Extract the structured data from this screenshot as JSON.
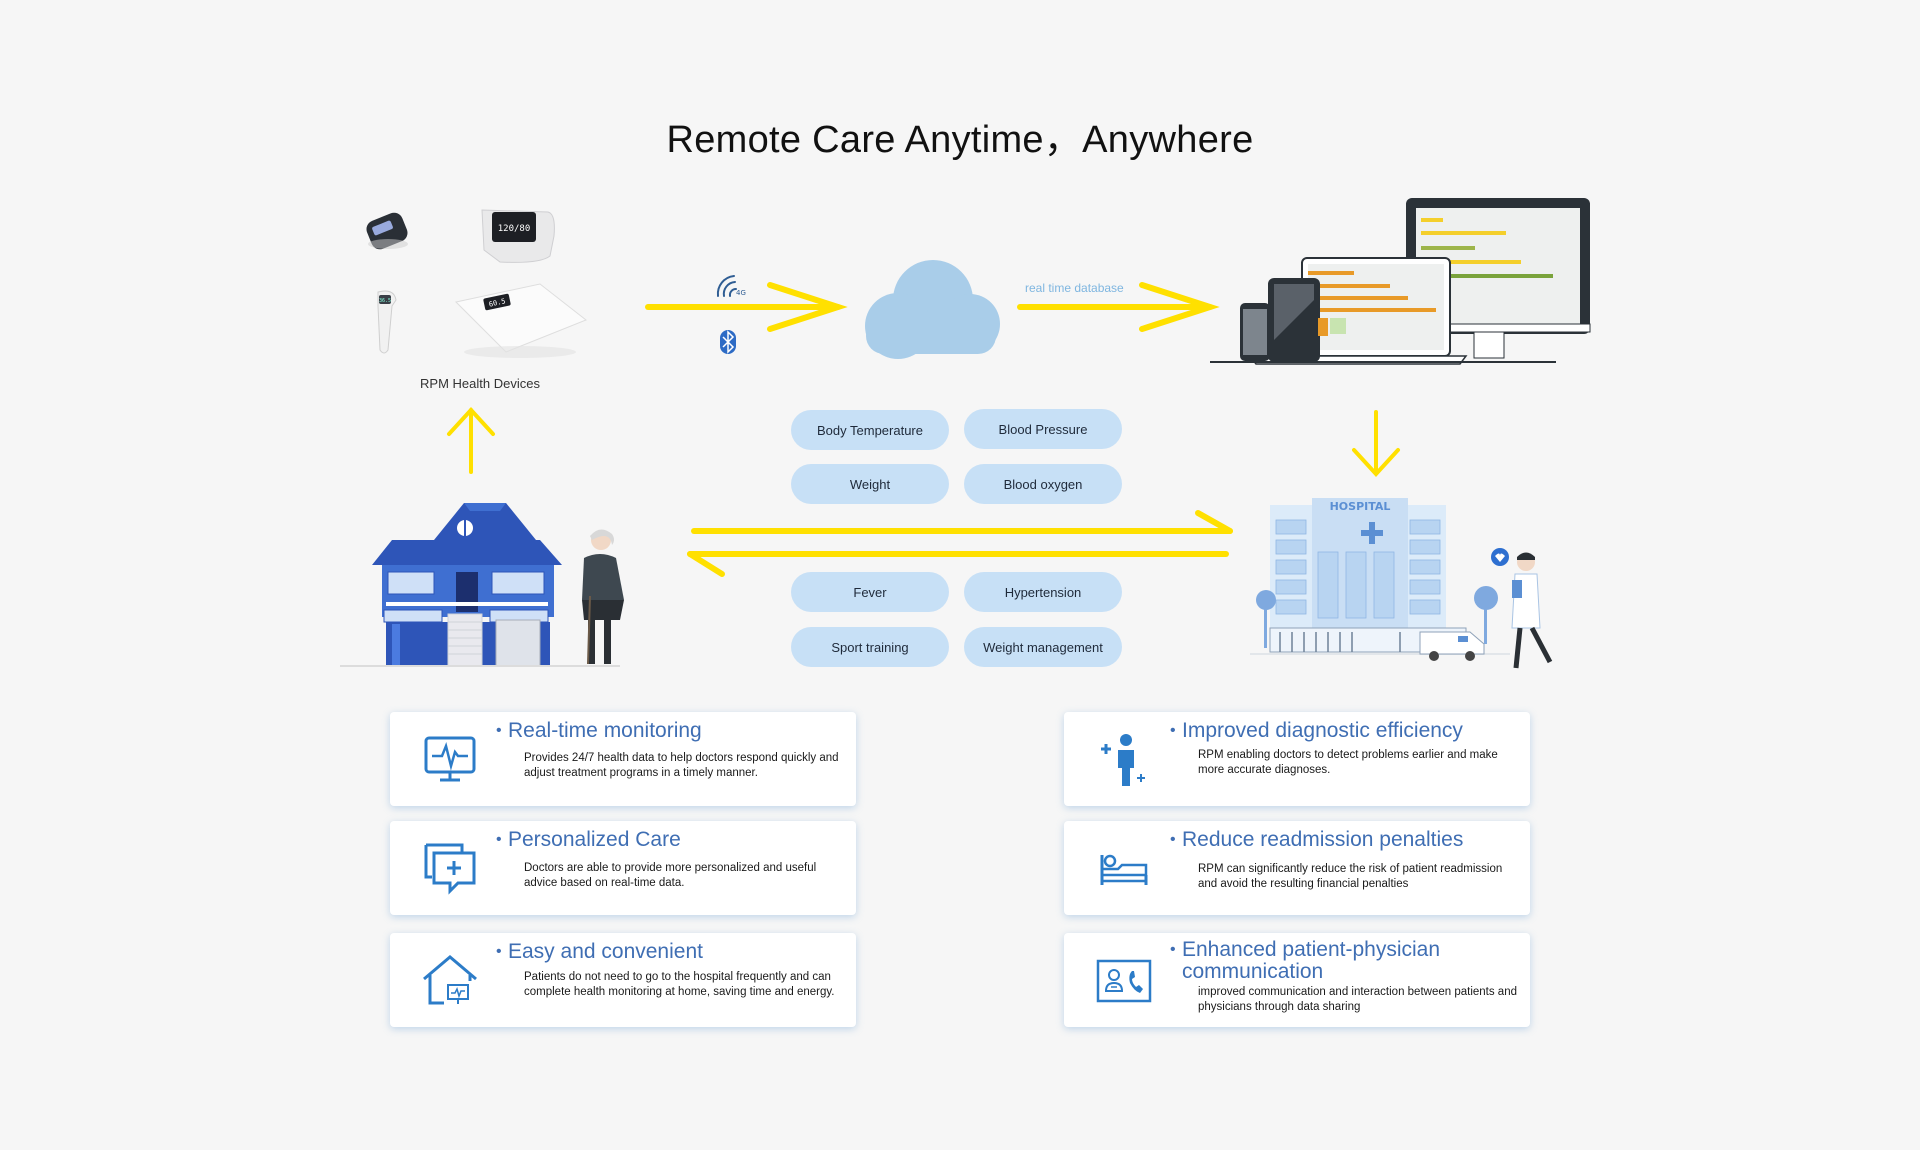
{
  "title": "Remote Care Anytime，Anywhere",
  "devices_label": "RPM Health Devices",
  "db_label": "real time database",
  "metrics": [
    "Body Temperature",
    "Blood Pressure",
    "Weight",
    "Blood oxygen"
  ],
  "conditions": [
    "Fever",
    "Hypertension",
    "Sport training",
    "Weight management"
  ],
  "hospital_sign": "HOSPITAL",
  "thermometer_reading": "36.5",
  "bp_reading": "120/80",
  "scale_reading": "60.5",
  "colors": {
    "arrow": "#ffe000",
    "cloud": "#a9cde9",
    "pill": "#c7e0f6",
    "heading": "#3f6eb3",
    "icon": "#2c7cc8",
    "house": "#2e55b8"
  },
  "cards_left": [
    {
      "icon": "monitor-heartbeat-icon",
      "title": "Real-time monitoring",
      "desc": "Provides 24/7 health data to help doctors respond quickly and adjust treatment programs in a timely manner."
    },
    {
      "icon": "chat-plus-icon",
      "title": "Personalized Care",
      "desc": "Doctors are able to provide more personalized and useful advice based on real-time data."
    },
    {
      "icon": "home-monitor-icon",
      "title": "Easy and convenient",
      "desc": "Patients do not need to go to the hospital frequently and can complete health monitoring at home, saving time and energy."
    }
  ],
  "cards_right": [
    {
      "icon": "person-plus-icon",
      "title": "Improved diagnostic efficiency",
      "desc": "RPM enabling doctors to detect problems earlier and make more accurate diagnoses."
    },
    {
      "icon": "hospital-bed-icon",
      "title": "Reduce readmission penalties",
      "desc": "RPM can significantly reduce the risk of patient readmission and avoid the resulting financial penalties"
    },
    {
      "icon": "doctor-phone-icon",
      "title": "Enhanced patient-physician communication",
      "desc": "improved communication and interaction between patients and physicians through data sharing"
    }
  ]
}
